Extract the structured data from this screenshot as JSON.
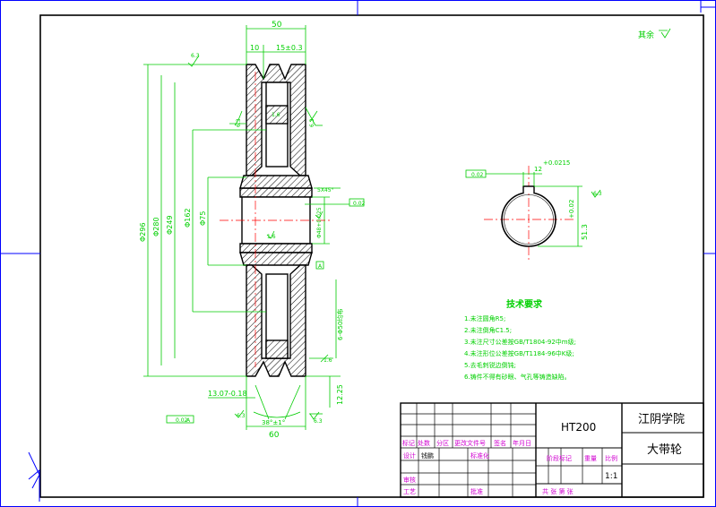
{
  "roughness_note": "其余",
  "pulley_dims": {
    "width_top": "50",
    "dim_10": "10",
    "dim_15": "15±0.3",
    "dia_296": "Φ296",
    "dia_280": "Φ280",
    "dia_249": "Φ249",
    "dia_162": "Φ162",
    "dia_75": "Φ75",
    "dia_48": "Φ48+0.025",
    "chamfer": "5X45°",
    "holes": "6-Φ50均布",
    "rough_63": "6.3",
    "rough_16": "1.6",
    "dim_13": "13.07-0.18",
    "width_bottom": "60",
    "angle": "38°±1°",
    "dim_1225": "12.25",
    "tol_runout": "0.02",
    "datum": "A"
  },
  "section": {
    "dim_12": "12",
    "tol_12": "+0.0215",
    "dim_513": "51.3",
    "tol_513": "+0.02",
    "sym": "0.02"
  },
  "tech_req": {
    "title": "技术要求",
    "items": [
      "1.未注圆角R5;",
      "2.未注倒角C1.5;",
      "3.未注尺寸公差按GB/T1804-92中m级;",
      "4.未注形位公差按GB/T1184-96中K级;",
      "5.去毛刺锐边倒钝;",
      "6.铸件不得有砂眼、气孔等铸造缺陷。"
    ]
  },
  "title_block": {
    "material": "HT200",
    "school": "江阴学院",
    "part_name": "大带轮",
    "row_labels": [
      "标记",
      "处数",
      "分区",
      "更改文件号",
      "签名",
      "年月日"
    ],
    "designer_label": "设计",
    "designer_name": "钱鹏",
    "standard_label": "标准化",
    "stage_label": "阶段标记",
    "weight_label": "重量",
    "scale_label": "比例",
    "scale": "1:1",
    "review_label": "审核",
    "process_label": "工艺",
    "approve_label": "批准",
    "sheet_text": "共  张  第  张"
  }
}
